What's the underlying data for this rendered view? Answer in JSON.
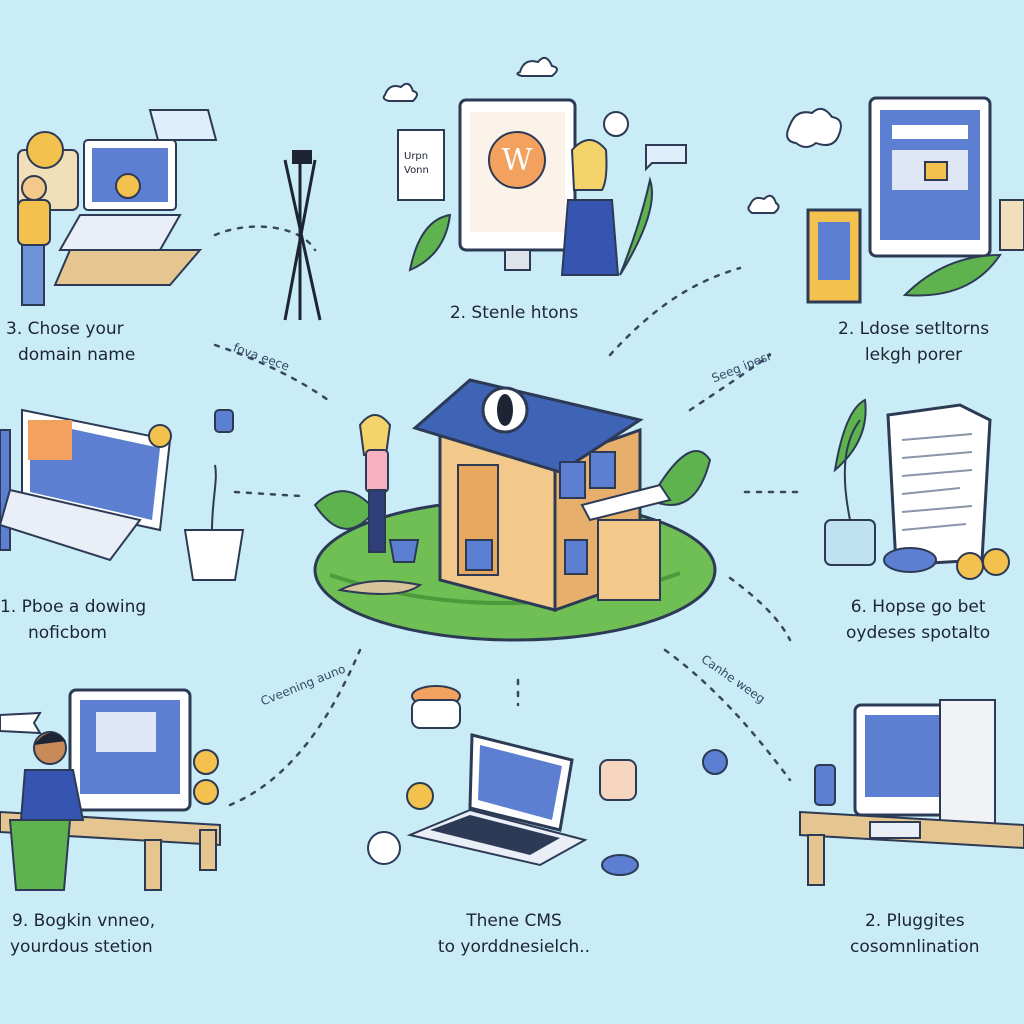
{
  "steps": [
    {
      "line1": "3. Chose your",
      "line2": "domain name"
    },
    {
      "line1": "2. Stenle htons",
      "line2": ""
    },
    {
      "line1": "2. Ldose setltorns",
      "line2": "lekgh porer"
    },
    {
      "line1": "1. Pboe a dowing",
      "line2": "noficbom"
    },
    {
      "line1": "6. Hopse go bet",
      "line2": "oydeses spotalto"
    },
    {
      "line1": "9. Bogkin vnneo,",
      "line2": "yourdous stetion"
    },
    {
      "line1": "Thene CMS",
      "line2": "to yorddnesielch.."
    },
    {
      "line1": "2. Pluggites",
      "line2": "cosomnlination"
    }
  ],
  "arrow_notes": [
    "fova eece",
    "Seeg ipesr",
    "Cveening auno",
    "Canhe weeg"
  ],
  "illustration_labels": {
    "board_line1": "Urpn",
    "board_line2": "Vonn"
  },
  "colors": {
    "background": "#c9ecf7",
    "accent_blue": "#3f63b5",
    "leaf_green": "#5fb34f",
    "house_wall": "#f2c98a"
  }
}
